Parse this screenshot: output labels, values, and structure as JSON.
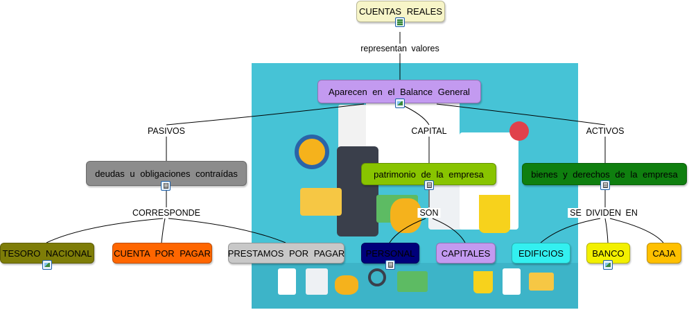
{
  "nodes": {
    "cuentas_reales": "CUENTAS REALES",
    "aparecen": "Aparecen en el Balance General",
    "deudas": "deudas u obligaciones contraídas",
    "patrimonio": "patrimonio de la empresa",
    "bienes": "bienes y derechos de la empresa",
    "tesoro": "TESORO NACIONAL",
    "cuenta_por_pagar": "CUENTA POR PAGAR",
    "prestamos": "PRESTAMOS POR PAGAR",
    "personal": "PERSONAL",
    "capitales": "CAPITALES",
    "edificios": "EDIFICIOS",
    "banco": "BANCO",
    "caja": "CAJA"
  },
  "links": {
    "representan": "representan valores",
    "pasivos": "PASIVOS",
    "capital": "CAPITAL",
    "activos": "ACTIVOS",
    "corresponde": "CORRESPONDE",
    "son": "SON",
    "se_dividen": "SE DIVIDEN EN"
  },
  "colors": {
    "cuentas_reales": "#f7f5c8",
    "aparecen": "#c39af0",
    "deudas": "#8c8c8c",
    "patrimonio": "#88c400",
    "bienes": "#0f7f0f",
    "tesoro": "#7e7d08",
    "cuenta_por_pagar": "#ff6600",
    "prestamos": "#c8c8c8",
    "personal": "#00007a",
    "capitales": "#c39af0",
    "edificios": "#33f0f0",
    "banco": "#f3f000",
    "caja": "#ffc000",
    "background_panel": "#46c3d6"
  },
  "icons": {
    "cuentas_reales": "film-icon",
    "aparecen": "image-icon",
    "deudas": "document-icon",
    "patrimonio": "document-icon",
    "bienes": "document-icon",
    "tesoro": "image-icon",
    "personal": "document-icon",
    "banco": "image-icon"
  }
}
